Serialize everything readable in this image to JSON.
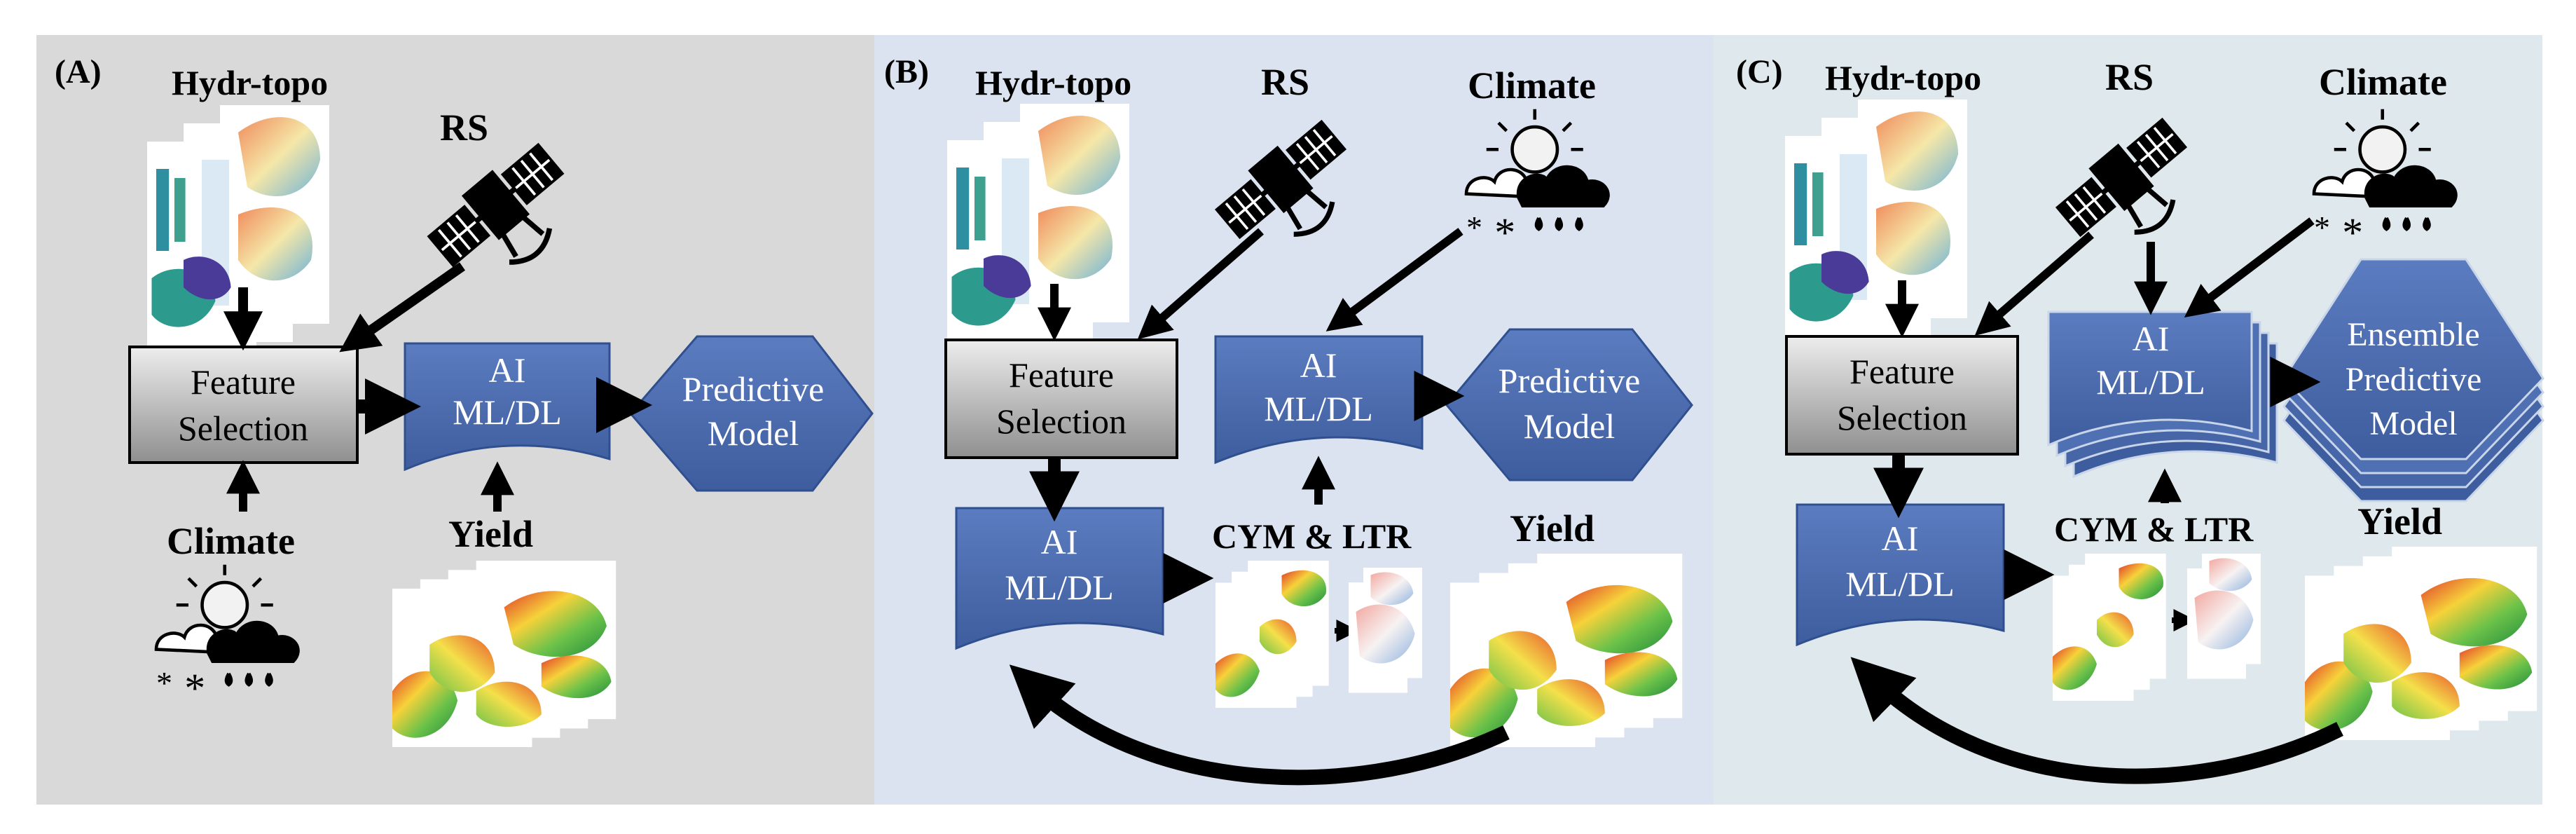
{
  "panels": [
    {
      "letter": "(A)",
      "bg": "#d9d9d9",
      "hydr_topo": "Hydr-topo",
      "rs": "RS",
      "climate": "Climate",
      "feature_selection": [
        "Feature",
        "Selection"
      ],
      "ai": [
        "AI",
        "ML/DL"
      ],
      "predictive": [
        "Predictive",
        "Model"
      ],
      "yield": "Yield"
    },
    {
      "letter": "(B)",
      "bg": "#dce3f0",
      "hydr_topo": "Hydr-topo",
      "rs": "RS",
      "climate": "Climate",
      "feature_selection": [
        "Feature",
        "Selection"
      ],
      "ai_top": [
        "AI",
        "ML/DL"
      ],
      "ai_bottom": [
        "AI",
        "ML/DL"
      ],
      "predictive": [
        "Predictive",
        "Model"
      ],
      "cym_ltr": "CYM & LTR",
      "yield": "Yield"
    },
    {
      "letter": "(C)",
      "bg": "#dfe8ec",
      "hydr_topo": "Hydr-topo",
      "rs": "RS",
      "climate": "Climate",
      "feature_selection": [
        "Feature",
        "Selection"
      ],
      "ai_top": [
        "AI",
        "ML/DL"
      ],
      "ai_bottom": [
        "AI",
        "ML/DL"
      ],
      "predictive": [
        "Ensemble",
        "Predictive",
        "Model"
      ],
      "cym_ltr": "CYM & LTR",
      "yield": "Yield"
    }
  ],
  "colors": {
    "box_blue": "#4a6aad",
    "box_border": "#2f4f8f",
    "feature_box": "#b5b5b5",
    "arrow": "#000000"
  }
}
